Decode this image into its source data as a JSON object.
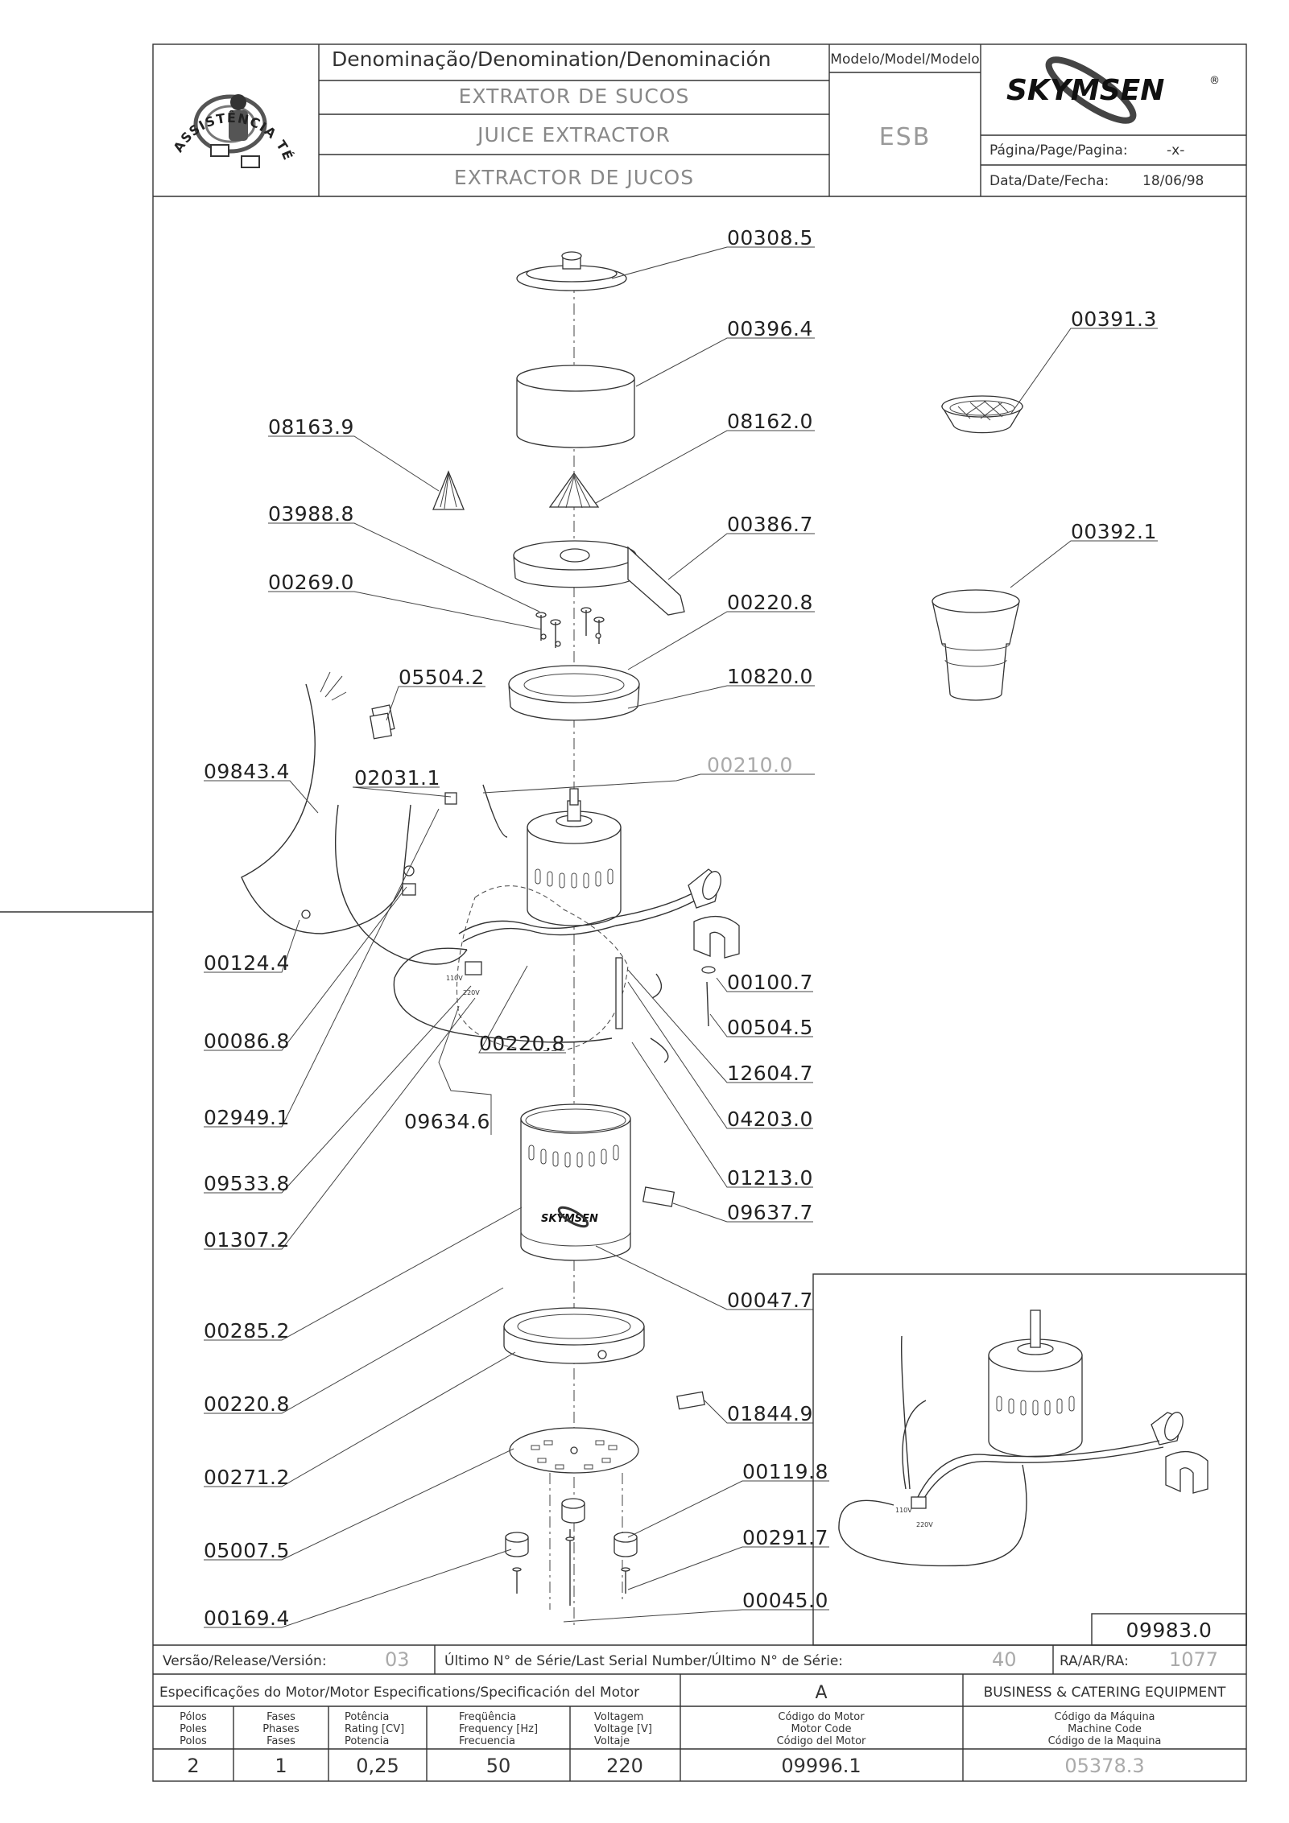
{
  "title_block": {
    "logo_text": "ASSISTÊNCIA TÉCNICA AUTORIZADA",
    "denomination_header": "Denominação/Denomination/Denominación",
    "name_pt": "EXTRATOR DE SUCOS",
    "name_en": "JUICE EXTRACTOR",
    "name_es": "EXTRACTOR DE JUCOS",
    "model_header": "Modelo/Model/Modelo",
    "model_value": "ESB",
    "brand": "SKYMSEN",
    "brand_mark": "®",
    "page_label": "Página/Page/Pagina:",
    "page_value": "-x-",
    "date_label": "Data/Date/Fecha:",
    "date_value": "18/06/98"
  },
  "parts": [
    {
      "id": "p1",
      "code": "00308.5"
    },
    {
      "id": "p2",
      "code": "00396.4"
    },
    {
      "id": "p3",
      "code": "00391.3"
    },
    {
      "id": "p4",
      "code": "08163.9"
    },
    {
      "id": "p5",
      "code": "08162.0"
    },
    {
      "id": "p6",
      "code": "03988.8"
    },
    {
      "id": "p7",
      "code": "00386.7"
    },
    {
      "id": "p8",
      "code": "00392.1"
    },
    {
      "id": "p9",
      "code": "00269.0"
    },
    {
      "id": "p10",
      "code": "00220.8"
    },
    {
      "id": "p11",
      "code": "05504.2"
    },
    {
      "id": "p12",
      "code": "10820.0"
    },
    {
      "id": "p13",
      "code": "00210.0",
      "muted": true
    },
    {
      "id": "p14",
      "code": "09843.4"
    },
    {
      "id": "p15",
      "code": "02031.1"
    },
    {
      "id": "p16",
      "code": "00124.4"
    },
    {
      "id": "p17",
      "code": "00100.7"
    },
    {
      "id": "p18",
      "code": "00086.8"
    },
    {
      "id": "p19",
      "code": "00504.5"
    },
    {
      "id": "p20",
      "code": "00220.8"
    },
    {
      "id": "p21",
      "code": "12604.7"
    },
    {
      "id": "p22",
      "code": "02949.1"
    },
    {
      "id": "p23",
      "code": "09634.6"
    },
    {
      "id": "p24",
      "code": "04203.0"
    },
    {
      "id": "p25",
      "code": "09533.8"
    },
    {
      "id": "p26",
      "code": "01213.0"
    },
    {
      "id": "p27",
      "code": "09637.7"
    },
    {
      "id": "p28",
      "code": "01307.2"
    },
    {
      "id": "p29",
      "code": "00285.2"
    },
    {
      "id": "p30",
      "code": "00047.7"
    },
    {
      "id": "p31",
      "code": "00220.8"
    },
    {
      "id": "p32",
      "code": "01844.9"
    },
    {
      "id": "p33",
      "code": "00271.2"
    },
    {
      "id": "p34",
      "code": "00119.8"
    },
    {
      "id": "p35",
      "code": "05007.5"
    },
    {
      "id": "p36",
      "code": "00291.7"
    },
    {
      "id": "p37",
      "code": "00045.0"
    },
    {
      "id": "p38",
      "code": "00169.4"
    }
  ],
  "inset_code": "09983.0",
  "wiring_labels": {
    "v110": "110V",
    "v220": "220V"
  },
  "release_row": {
    "version_label": "Versão/Release/Versión:",
    "version_value": "03",
    "serial_label": "Último N° de Série/Last Serial Number/Último N° de Série:",
    "serial_value": "40",
    "ra_label": "RA/AR/RA:",
    "ra_value": "1077"
  },
  "motor_spec": {
    "header": "Especificações do Motor/Motor Especifications/Specificación del Motor",
    "variant": "A",
    "company": "BUSINESS & CATERING EQUIPMENT",
    "columns": [
      {
        "l1": "Pólos",
        "l2": "Poles",
        "l3": "Polos",
        "value": "2"
      },
      {
        "l1": "Fases",
        "l2": "Phases",
        "l3": "Fases",
        "value": "1"
      },
      {
        "l1": "Potência",
        "l2": "Rating [CV]",
        "l3": "Potencia",
        "value": "0,25"
      },
      {
        "l1": "Freqüência",
        "l2": "Frequency [Hz]",
        "l3": "Frecuencia",
        "value": "50"
      },
      {
        "l1": "Voltagem",
        "l2": "Voltage [V]",
        "l3": "Voltaje",
        "value": "220"
      },
      {
        "l1": "Código do Motor",
        "l2": "Motor Code",
        "l3": "Código del Motor",
        "value": "09996.1"
      },
      {
        "l1": "Código da Máquina",
        "l2": "Machine Code",
        "l3": "Código de la Maquina",
        "value": "05378.3",
        "muted": true
      }
    ]
  }
}
